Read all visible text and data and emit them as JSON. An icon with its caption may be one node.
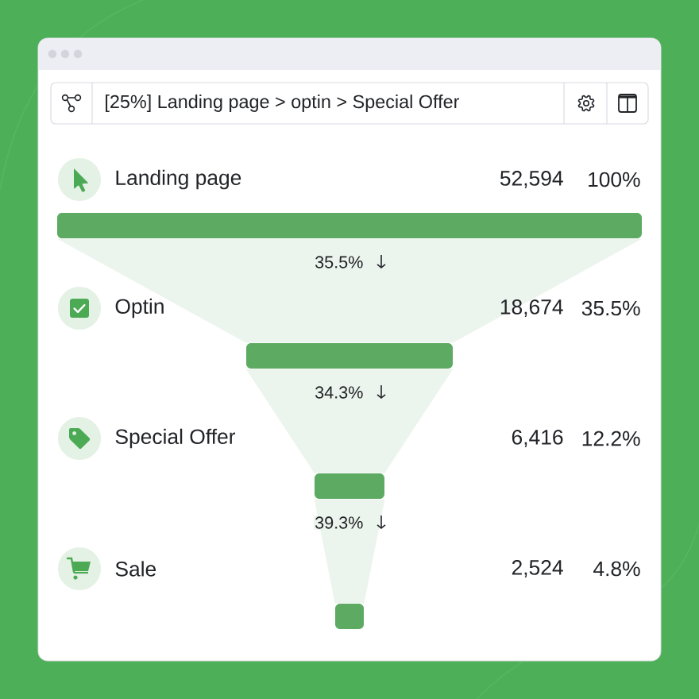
{
  "diagram": {
    "title": "[25%] Landing page > optin > Special Offer",
    "nodes": [
      {
        "text": [],
        "shape": "bar"
      },
      {
        "text": [],
        "shape": "bar"
      },
      {
        "text": [],
        "shape": "bar"
      },
      {
        "text": [],
        "shape": "bar"
      }
    ],
    "edges": [
      {
        "from": 0,
        "to": 1,
        "arrow": "none",
        "label": "35.5%"
      },
      {
        "from": 1,
        "to": 2,
        "arrow": "none",
        "label": "34.3%"
      },
      {
        "from": 2,
        "to": 3,
        "arrow": "none",
        "label": "39.3%"
      }
    ],
    "labels": [
      "Landing page",
      "52,594",
      "100%",
      "Optin",
      "18,674",
      "35.5%",
      "Special Offer",
      "6,416",
      "12.2%",
      "Sale",
      "2,524",
      "4.8%"
    ]
  }
}
